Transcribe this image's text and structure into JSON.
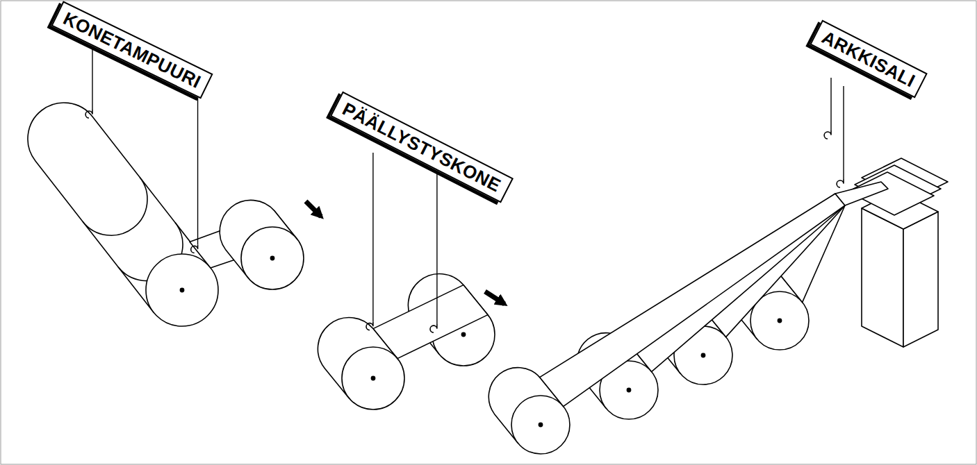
{
  "diagram": {
    "nodes": [
      {
        "text": [
          "KONETAMPUURI"
        ]
      },
      {
        "text": [
          "PÄÄLLYSTYSKONE"
        ]
      },
      {
        "text": [
          "ARKKISALI"
        ]
      }
    ],
    "edges": [
      {
        "from": 0,
        "to": 1,
        "arrow": "to"
      },
      {
        "from": 1,
        "to": 2,
        "arrow": "to"
      }
    ]
  }
}
